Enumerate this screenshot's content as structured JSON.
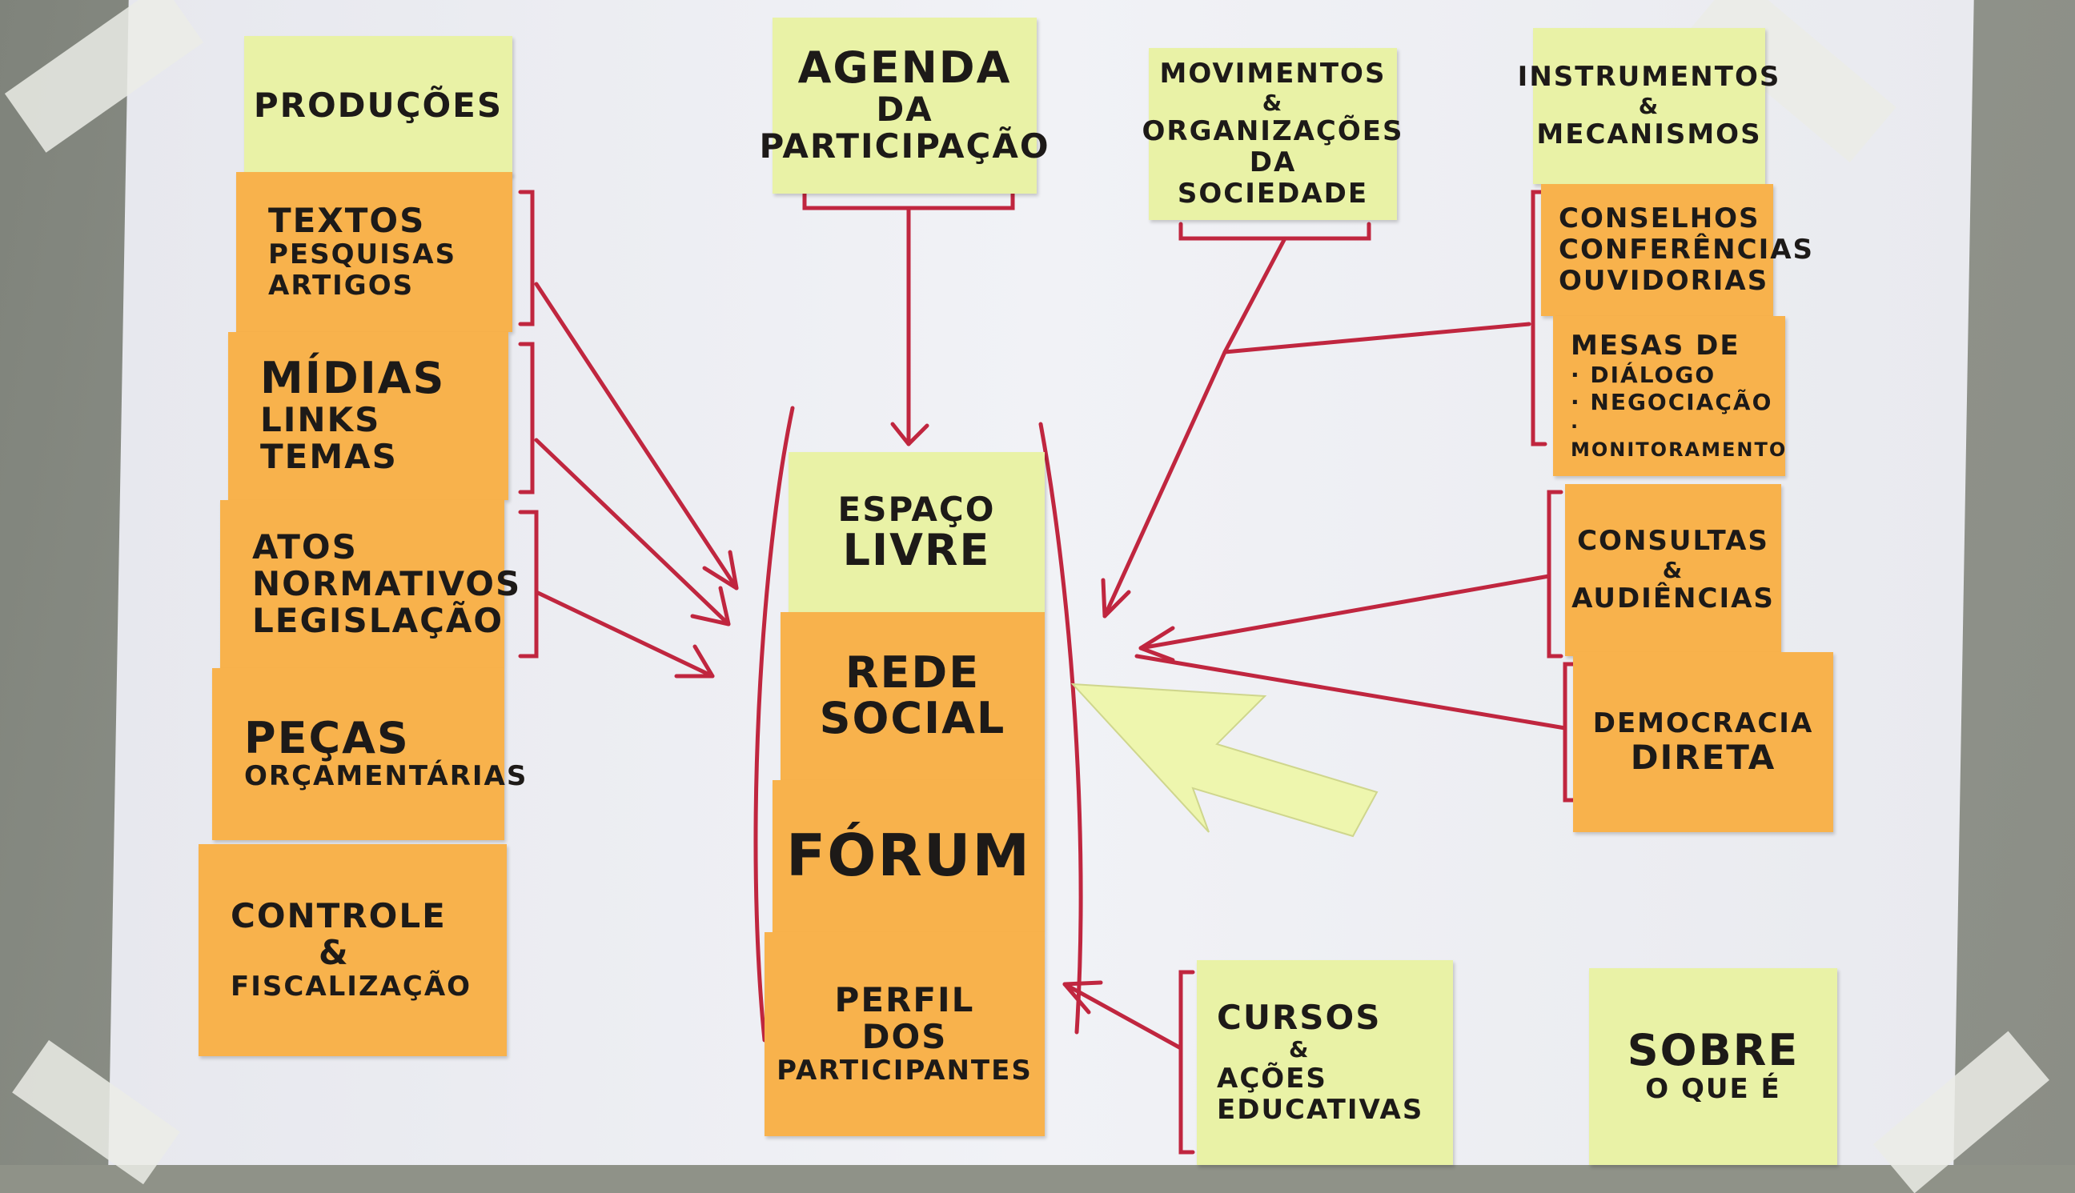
{
  "left_column": {
    "header": "Produções",
    "items": [
      [
        "Textos",
        "Pesquisas",
        "Artigos"
      ],
      [
        "Mídias",
        "Links",
        "Temas"
      ],
      [
        "Atos",
        "Normativos",
        "Legislação"
      ],
      [
        "Peças",
        "Orçamentárias"
      ],
      [
        "Controle",
        "&",
        "Fiscalização"
      ]
    ]
  },
  "agenda": [
    "Agenda",
    "da",
    "Participação"
  ],
  "movimentos": [
    "Movimentos",
    "&",
    "Organizações",
    "da Sociedade"
  ],
  "instrumentos": {
    "header": [
      "Instrumentos",
      "&",
      "Mecanismos"
    ],
    "items": [
      [
        "Conselhos",
        "Conferências",
        "Ouvidorias"
      ],
      [
        "Mesas de",
        "· Diálogo",
        "· Negociação",
        "· Monitoramento"
      ],
      [
        "Consultas",
        "&",
        "Audiências"
      ],
      [
        "Democracia",
        "Direta"
      ]
    ]
  },
  "center": {
    "header": [
      "Espaço",
      "Livre"
    ],
    "items": [
      [
        "Rede",
        "Social"
      ],
      [
        "Fórum"
      ],
      [
        "Perfil",
        "dos",
        "Participantes"
      ]
    ]
  },
  "cursos": [
    "Cursos",
    "&",
    "Ações",
    "Educativas"
  ],
  "sobre": [
    "Sobre",
    "O que é"
  ],
  "colors": {
    "yellow_note": "#e9f2a6",
    "orange_note": "#f8b24c",
    "marker": "#c0263f",
    "paper": "#eff0f4"
  }
}
